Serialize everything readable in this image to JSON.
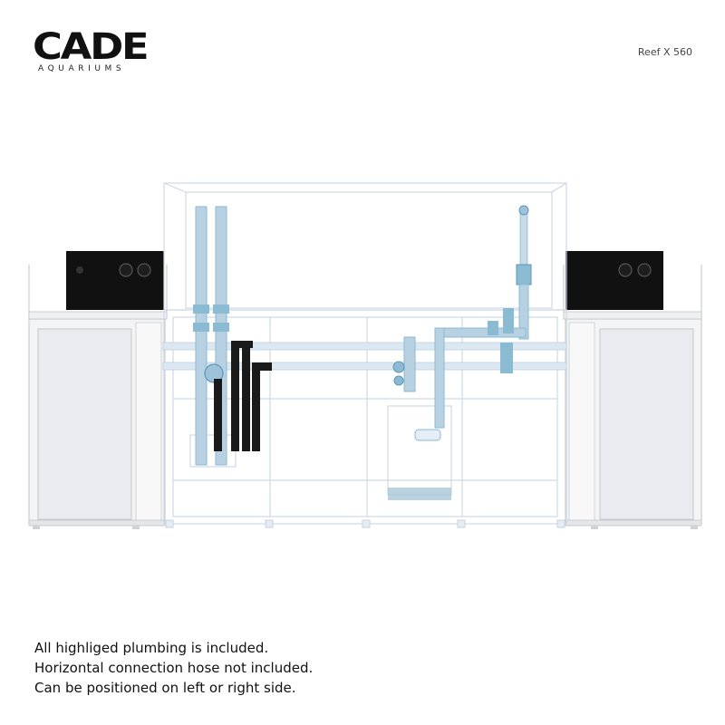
{
  "brand": {
    "name": "CADE",
    "subtitle": "AQUARIUMS"
  },
  "model": "Reef X 560",
  "colors": {
    "plumbing": "#8bbad3",
    "frame": "#cdd9e4",
    "cabinet": "#f1f3f5",
    "sump_black": "#111111"
  },
  "notes": [
    "All highliged plumbing is included.",
    "Horizontal connection hose not included.",
    "Can be positioned on left or right side."
  ]
}
